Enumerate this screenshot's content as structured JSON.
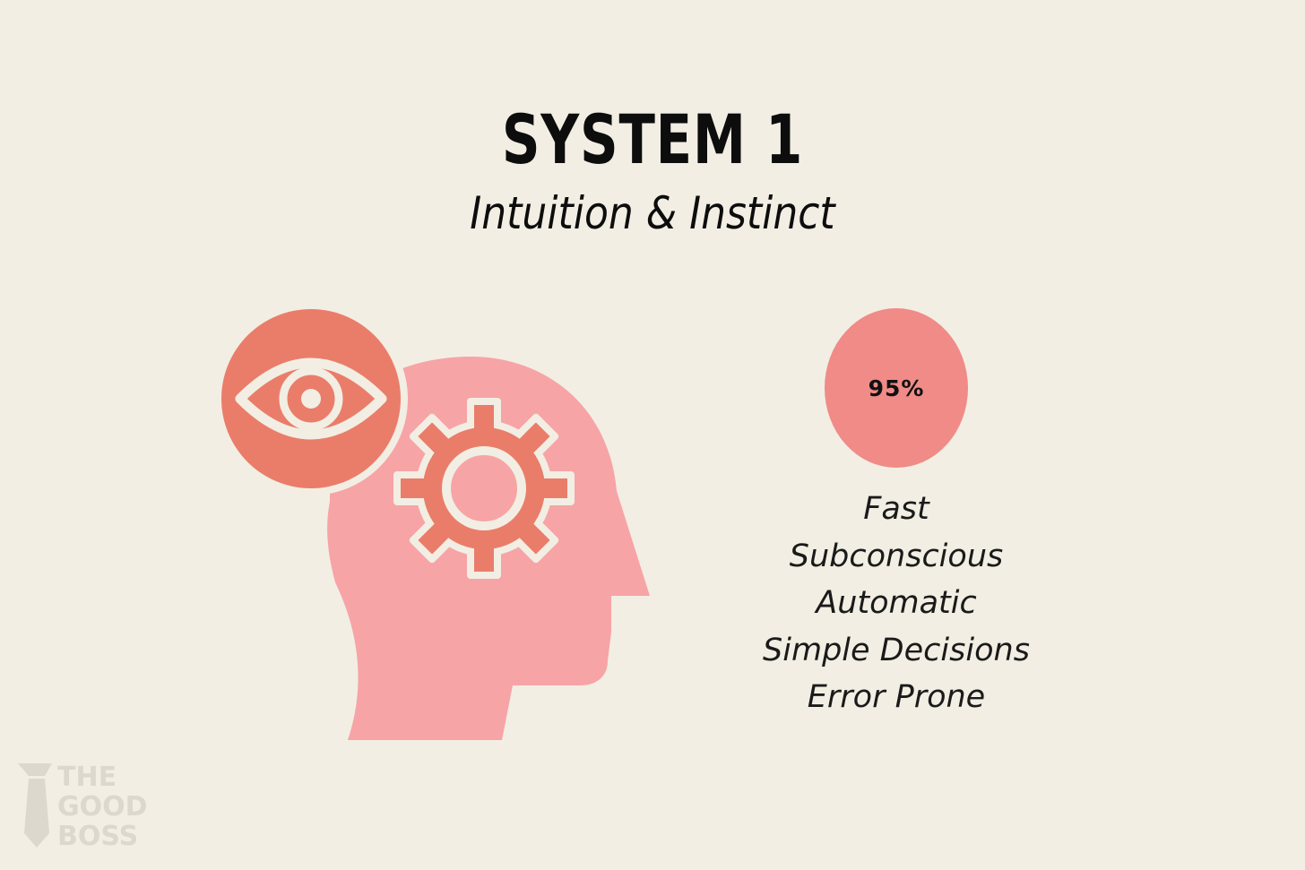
{
  "header": {
    "title": "SYSTEM 1",
    "subtitle": "Intuition & Instinct"
  },
  "stat": {
    "value": "95%"
  },
  "traits": [
    "Fast",
    "Subconscious",
    "Automatic",
    "Simple Decisions",
    "Error Prone"
  ],
  "logo": {
    "lines": [
      "THE",
      "GOOD",
      "BOSS"
    ]
  },
  "colors": {
    "background": "#f2eee3",
    "head": "#f7a4a6",
    "accent": "#ea7d6a",
    "stat_circle": "#f08b87",
    "logo": "#dcd8cd"
  },
  "icons": {
    "head": "head-silhouette-icon",
    "eye": "eye-icon",
    "gear": "gear-icon",
    "logo": "necktie-icon"
  }
}
